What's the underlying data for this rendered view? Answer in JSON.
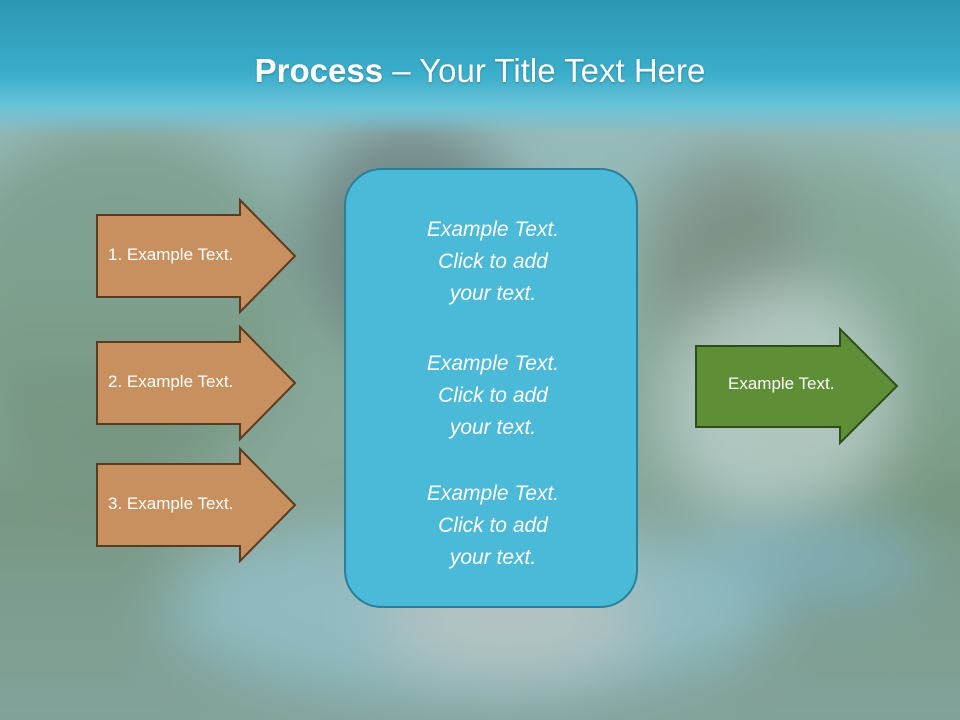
{
  "slide": {
    "title_bold": "Process",
    "title_rest": " – Your Title Text Here"
  },
  "left_arrows": [
    {
      "label": "1. Example Text."
    },
    {
      "label": "2. Example Text."
    },
    {
      "label": "3. Example Text."
    }
  ],
  "center_box": {
    "blocks": [
      {
        "line1": "Example Text.",
        "line2": "Click  to add",
        "line3": "your text."
      },
      {
        "line1": "Example Text.",
        "line2": "Click  to add",
        "line3": "your text."
      },
      {
        "line1": "Example Text.",
        "line2": "Click  to add",
        "line3": "your text."
      }
    ]
  },
  "right_arrow": {
    "label": "Example Text."
  },
  "colors": {
    "title_band": "#3aaecb",
    "left_arrow_fill": "#c8905f",
    "center_box_fill": "#4bb9d8",
    "right_arrow_fill": "#5e8f36"
  }
}
